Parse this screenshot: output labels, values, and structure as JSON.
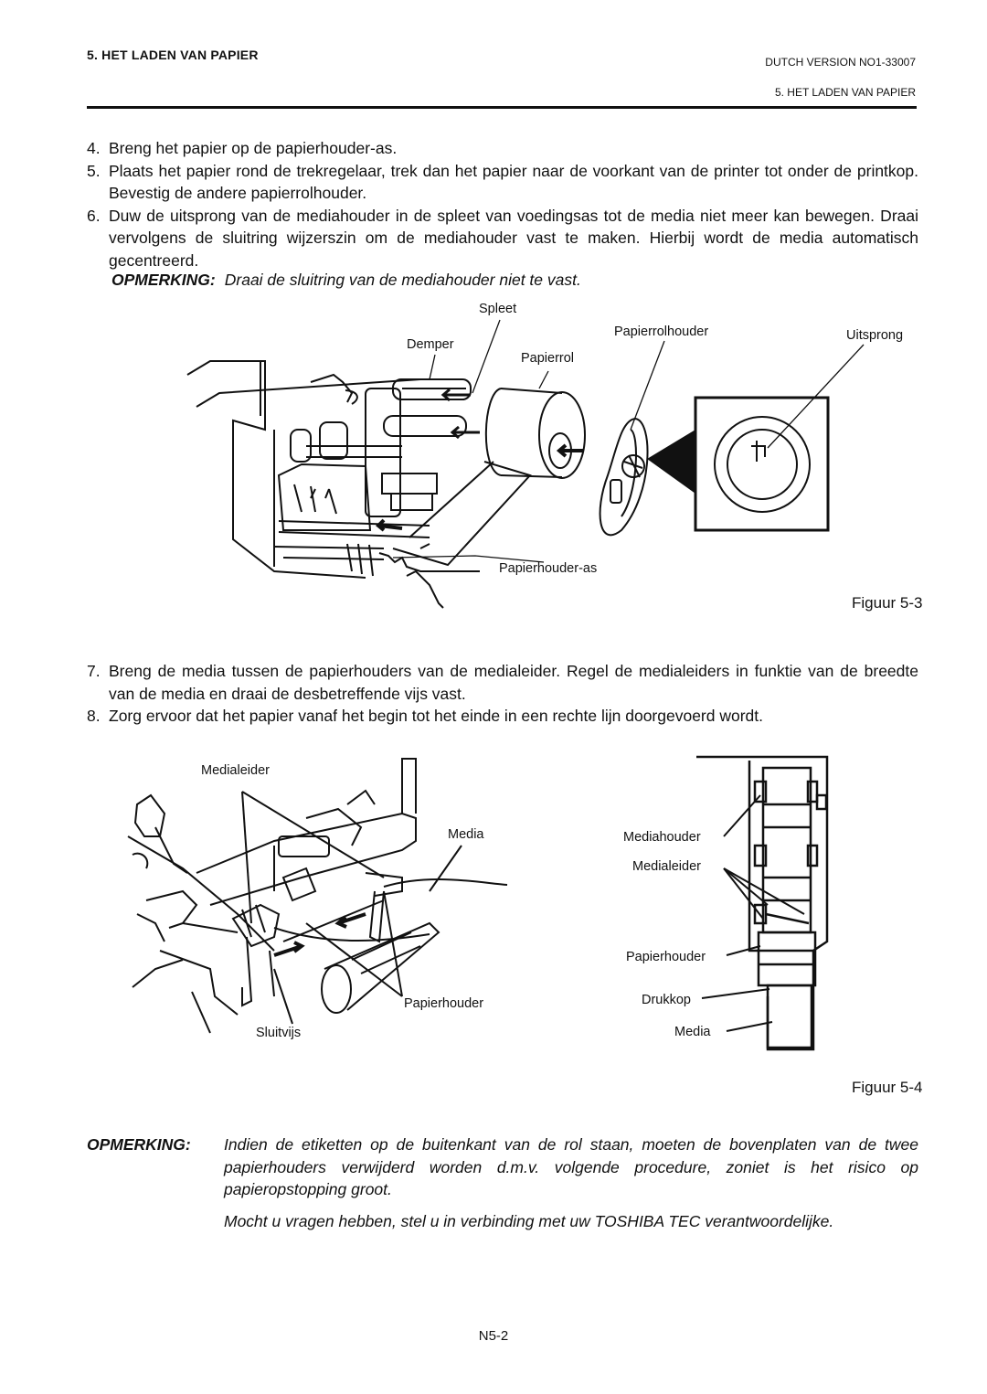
{
  "header": {
    "section_title": "5. HET LADEN VAN PAPIER",
    "version": "DUTCH VERSION NO1-33007",
    "section_ref": "5. HET LADEN VAN PAPIER"
  },
  "steps_part1": [
    {
      "num": "4.",
      "text": "Breng het papier op de papierhouder-as."
    },
    {
      "num": "5.",
      "text": "Plaats het papier rond de trekregelaar, trek dan het papier naar de voorkant van de printer tot onder de printkop.  Bevestig de andere papierrolhouder."
    },
    {
      "num": "6.",
      "text": "Duw de uitsprong van de mediahouder in de spleet van voedingsas tot de media niet meer kan bewegen. Draai vervolgens de sluitring wijzerszin om de mediahouder vast te maken.  Hierbij wordt de media automatisch gecentreerd."
    }
  ],
  "note1": {
    "keyword": "OPMERKING:",
    "text": "Draai de sluitring van de mediahouder niet te vast."
  },
  "figure3": {
    "labels": {
      "spleet": "Spleet",
      "demper": "Demper",
      "papierrol": "Papierrol",
      "papierrolhouder": "Papierrolhouder",
      "uitsprong": "Uitsprong",
      "papierhouder_as": "Papierhouder-as"
    },
    "caption": "Figuur 5-3"
  },
  "steps_part2": [
    {
      "num": "7.",
      "text": "Breng de media tussen de papierhouders van de medialeider.  Regel de medialeiders in funktie van de breedte van de media en draai de desbetreffende vijs vast."
    },
    {
      "num": "8.",
      "text": "Zorg ervoor dat het papier vanaf het begin tot het einde in een rechte lijn doorgevoerd wordt."
    }
  ],
  "figure4": {
    "labels": {
      "medialeider": "Medialeider",
      "media": "Media",
      "papierhouder": "Papierhouder",
      "sluitvijs": "Sluitvijs",
      "mediahouder_r": "Mediahouder",
      "medialeider_r": "Medialeider",
      "papierhouder_r": "Papierhouder",
      "drukkop_r": "Drukkop",
      "media_r": "Media"
    },
    "caption": "Figuur 5-4"
  },
  "note2": {
    "keyword": "OPMERKING:",
    "text": "Indien de etiketten op de buitenkant van de rol staan, moeten de bovenplaten van de twee papierhouders verwijderd worden d.m.v. volgende procedure, zoniet is het risico op papieropstopping groot.",
    "extra": "Mocht u vragen hebben, stel u in verbinding met uw TOSHIBA TEC verantwoordelijke."
  },
  "footer": {
    "page_number": "N5-2"
  }
}
